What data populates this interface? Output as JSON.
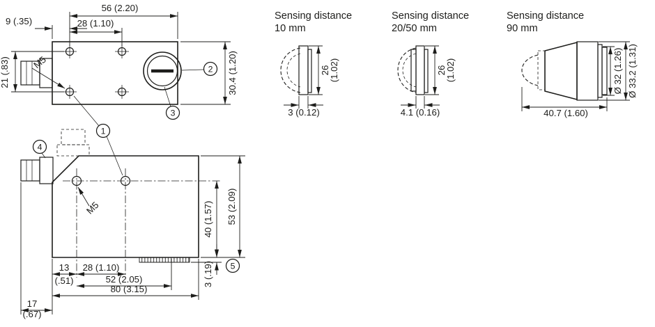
{
  "colors": {
    "line": "#1d1d1b",
    "background": "#ffffff"
  },
  "drawing": {
    "top_view": {
      "dim_width_top": "56 (2.20)",
      "dim_edge_to_hole": "9 (.35)",
      "dim_hole_spacing_h": "28 (1.10)",
      "dim_hole_spacing_v": "21 (.83)",
      "dim_body_height": "30.4 (1.20)",
      "thread": "M5",
      "callout_adjuster": "2",
      "callout_slot": "3"
    },
    "side_view": {
      "callout_holes": "1",
      "callout_connector": "4",
      "callout_rib": "5",
      "thread": "M5",
      "dim_hole_to_bottom": "40 (1.57)",
      "dim_body_height": "53 (2.09)",
      "dim_edge_to_hole": "13",
      "dim_edge_to_hole_in": "(.51)",
      "dim_hole_spacing": "28 (1.10)",
      "dim_hole_to_axis": "52 (2.05)",
      "dim_body_length": "80 (3.15)",
      "dim_connector": "17",
      "dim_connector_in": "(.67)",
      "dim_rib_height": "3 (.19)"
    },
    "lens_small": {
      "title1": "Sensing distance",
      "title2": "10 mm",
      "dim_dia": "26",
      "dim_dia_in": "(1.02)",
      "dim_depth": "3 (0.12)"
    },
    "lens_mid": {
      "title1": "Sensing distance",
      "title2": "20/50 mm",
      "dim_dia": "26",
      "dim_dia_in": "(1.02)",
      "dim_depth": "4.1 (0.16)"
    },
    "lens_large": {
      "title1": "Sensing distance",
      "title2": "90 mm",
      "dim_dia_inner": "Ø 32 (1.26)",
      "dim_dia_outer": "Ø 33.2 (1.31)",
      "dim_length": "40.7 (1.60)"
    }
  }
}
